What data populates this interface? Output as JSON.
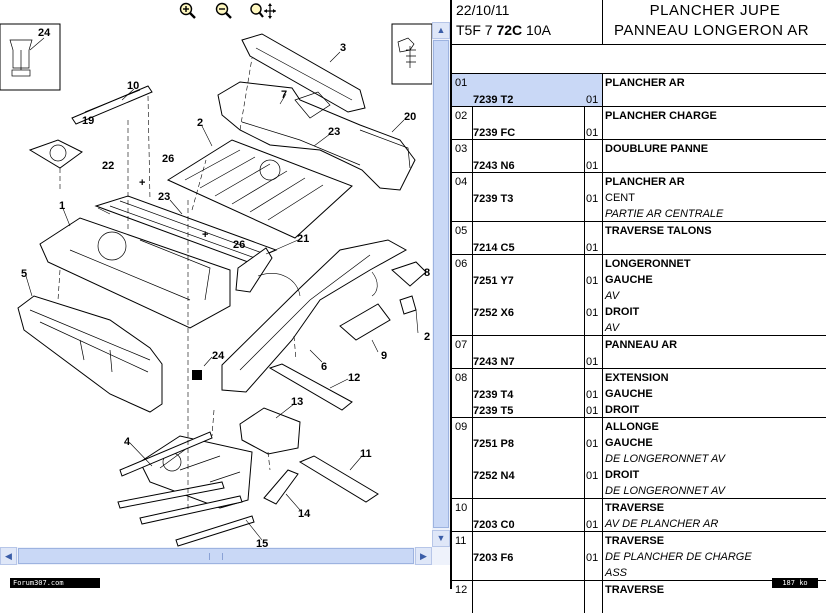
{
  "toolbar": {
    "zoom_in_icon": "zoom-in-magnifier",
    "zoom_out_icon": "zoom-out-magnifier",
    "pan_icon": "magnifier-move-arrows"
  },
  "diagram": {
    "part_numbers": [
      "1",
      "2",
      "3",
      "4",
      "5",
      "6",
      "7",
      "8",
      "9",
      "10",
      "11",
      "12",
      "13",
      "14",
      "15",
      "19",
      "20",
      "21",
      "22",
      "23",
      "24",
      "2",
      "23",
      "26",
      "26",
      "24"
    ],
    "markers": [
      "+",
      "+"
    ]
  },
  "status": {
    "forum_tag": "Forum307.com",
    "file_size": "187 ko"
  },
  "header": {
    "date": "22/10/11",
    "code_prefix": "T5F 7 ",
    "code_bold": "72C",
    "code_suffix": " 10A",
    "title1": "PLANCHER JUPE",
    "title2": "PANNEAU LONGERON AR"
  },
  "rows": [
    {
      "idx": "01",
      "lines": [
        {
          "ref": "",
          "qty": "",
          "label": "PLANCHER AR",
          "style": "b"
        },
        {
          "ref": "7239 T2",
          "qty": "01",
          "label": "",
          "style": ""
        }
      ],
      "selected": true
    },
    {
      "idx": "02",
      "lines": [
        {
          "ref": "",
          "qty": "",
          "label": "PLANCHER CHARGE",
          "style": "b"
        },
        {
          "ref": "7239 FC",
          "qty": "01",
          "label": "",
          "style": ""
        }
      ]
    },
    {
      "idx": "03",
      "lines": [
        {
          "ref": "",
          "qty": "",
          "label": "DOUBLURE PANNE",
          "style": "b"
        },
        {
          "ref": "7243 N6",
          "qty": "01",
          "label": "",
          "style": ""
        }
      ]
    },
    {
      "idx": "04",
      "lines": [
        {
          "ref": "",
          "qty": "",
          "label": "PLANCHER AR",
          "style": "b"
        },
        {
          "ref": "7239 T3",
          "qty": "01",
          "label": "CENT",
          "style": ""
        },
        {
          "ref": "",
          "qty": "",
          "label": "PARTIE AR CENTRALE",
          "style": "i"
        }
      ]
    },
    {
      "idx": "05",
      "lines": [
        {
          "ref": "",
          "qty": "",
          "label": "TRAVERSE TALONS",
          "style": "b"
        },
        {
          "ref": "7214 C5",
          "qty": "01",
          "label": "",
          "style": ""
        }
      ]
    },
    {
      "idx": "06",
      "lines": [
        {
          "ref": "",
          "qty": "",
          "label": "LONGERONNET",
          "style": "b"
        },
        {
          "ref": "7251 Y7",
          "qty": "01",
          "label": "GAUCHE",
          "style": "b"
        },
        {
          "ref": "",
          "qty": "",
          "label": "AV",
          "style": "i"
        },
        {
          "ref": "7252 X6",
          "qty": "01",
          "label": "DROIT",
          "style": "b"
        },
        {
          "ref": "",
          "qty": "",
          "label": "AV",
          "style": "i"
        }
      ]
    },
    {
      "idx": "07",
      "lines": [
        {
          "ref": "",
          "qty": "",
          "label": "PANNEAU AR",
          "style": "b"
        },
        {
          "ref": "7243 N7",
          "qty": "01",
          "label": "",
          "style": ""
        }
      ]
    },
    {
      "idx": "08",
      "lines": [
        {
          "ref": "",
          "qty": "",
          "label": "EXTENSION",
          "style": "b"
        },
        {
          "ref": "7239 T4",
          "qty": "01",
          "label": "GAUCHE",
          "style": "b"
        },
        {
          "ref": "7239 T5",
          "qty": "01",
          "label": "DROIT",
          "style": "b"
        }
      ]
    },
    {
      "idx": "09",
      "lines": [
        {
          "ref": "",
          "qty": "",
          "label": "ALLONGE",
          "style": "b"
        },
        {
          "ref": "7251 P8",
          "qty": "01",
          "label": "GAUCHE",
          "style": "b"
        },
        {
          "ref": "",
          "qty": "",
          "label": "DE LONGERONNET AV",
          "style": "i"
        },
        {
          "ref": "7252 N4",
          "qty": "01",
          "label": "DROIT",
          "style": "b"
        },
        {
          "ref": "",
          "qty": "",
          "label": "DE LONGERONNET AV",
          "style": "i"
        }
      ]
    },
    {
      "idx": "10",
      "lines": [
        {
          "ref": "",
          "qty": "",
          "label": "TRAVERSE",
          "style": "b"
        },
        {
          "ref": "7203 C0",
          "qty": "01",
          "label": "AV DE PLANCHER AR",
          "style": "i"
        }
      ]
    },
    {
      "idx": "11",
      "lines": [
        {
          "ref": "",
          "qty": "",
          "label": "TRAVERSE",
          "style": "b"
        },
        {
          "ref": "7203 F6",
          "qty": "01",
          "label": "DE PLANCHER DE CHARGE",
          "style": "i"
        },
        {
          "ref": "",
          "qty": "",
          "label": "ASS",
          "style": "i"
        }
      ]
    },
    {
      "idx": "12",
      "lines": [
        {
          "ref": "",
          "qty": "",
          "label": "TRAVERSE",
          "style": "b"
        }
      ]
    }
  ]
}
